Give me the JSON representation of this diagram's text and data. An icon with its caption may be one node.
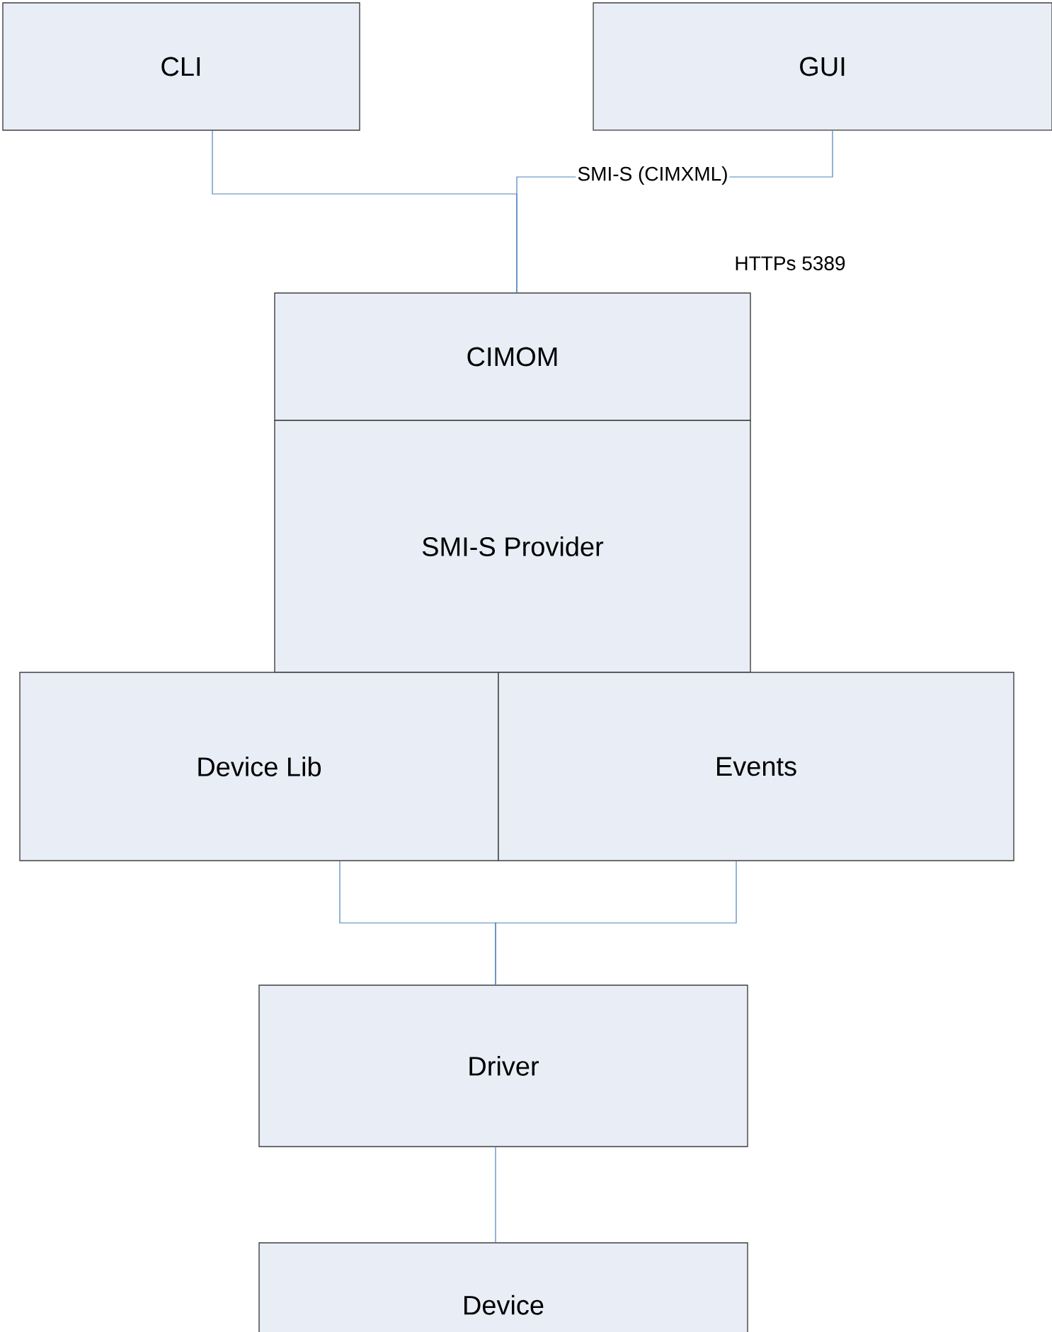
{
  "diagram": {
    "nodes": [
      {
        "text": [
          "CLI"
        ]
      },
      {
        "text": [
          "GUI"
        ]
      },
      {
        "text": [
          "CIMOM"
        ]
      },
      {
        "text": [
          "SMI-S Provider"
        ]
      },
      {
        "text": [
          "Device Lib"
        ]
      },
      {
        "text": [
          "Events"
        ]
      },
      {
        "text": [
          "Driver"
        ]
      },
      {
        "text": [
          "Device"
        ]
      }
    ],
    "edges": [
      {
        "from": 0,
        "to": 2,
        "arrow": "none"
      },
      {
        "from": 1,
        "to": 2,
        "arrow": "none",
        "label": "SMI-S (CIMXML)"
      },
      {
        "from": 4,
        "to": 6,
        "arrow": "none"
      },
      {
        "from": 5,
        "to": 6,
        "arrow": "none"
      },
      {
        "from": 6,
        "to": 7,
        "arrow": "none"
      }
    ],
    "labels": [
      "HTTPs 5389"
    ]
  }
}
